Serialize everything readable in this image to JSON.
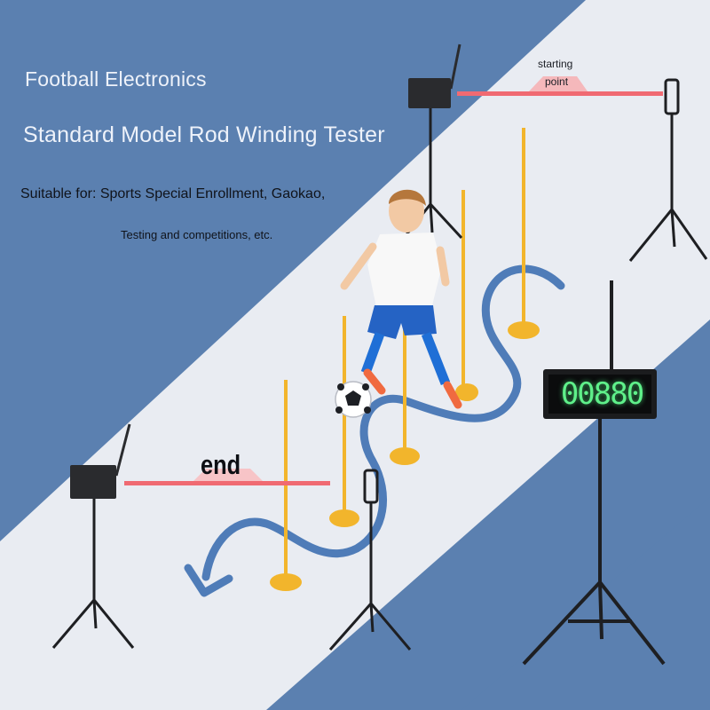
{
  "texts": {
    "brand": "Football Electronics",
    "title": "Standard Model Rod Winding Tester",
    "suitable_line1": "Suitable for: Sports Special Enrollment, Gaokao,",
    "suitable_line2": "Testing and competitions, etc.",
    "start_label_line1": "starting",
    "start_label_line2": "point",
    "end_label": "end",
    "timer_display": "00880"
  },
  "colors": {
    "background_blue": "#5b80b0",
    "field_white": "#e9ecf2",
    "pole_yellow": "#f2b52c",
    "laser_red": "#f06a72",
    "path_blue": "#4f7cb8",
    "timer_digits": "#5ff08a"
  },
  "icons": {
    "path_arrow": "curved-arrow-icon",
    "sensor": "sensor-box-icon"
  }
}
